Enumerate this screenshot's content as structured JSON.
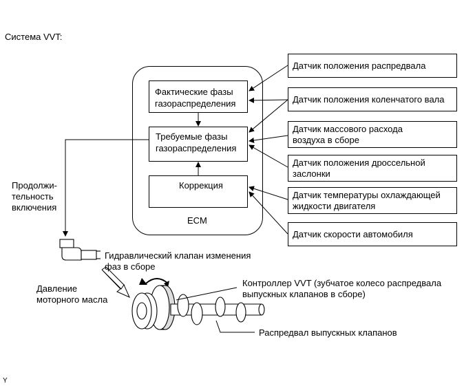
{
  "title": "Система VVT:",
  "ecm": {
    "label": "ECM",
    "actual_phases": "Фактические фазы газораспределения",
    "actual_line1": "Фактические фазы",
    "actual_line2": "газораспределения",
    "target_line1": "Требуемые фазы",
    "target_line2": "газораспределения",
    "correction": "Коррекция"
  },
  "sensors": [
    {
      "line1": "Датчик положения распредвала",
      "line2": ""
    },
    {
      "line1": "Датчик положения коленчатого вала",
      "line2": ""
    },
    {
      "line1": "Датчик массового расхода",
      "line2": "воздуха в сборе"
    },
    {
      "line1": "Датчик положения дроссельной",
      "line2": "заслонки"
    },
    {
      "line1": "Датчик температуры охлаждающей",
      "line2": "жидкости двигателя"
    },
    {
      "line1": "Датчик скорости автомобиля",
      "line2": ""
    }
  ],
  "duty": {
    "line1": "Продолжи-",
    "line2": "тельность",
    "line3": "включения"
  },
  "valve": {
    "line1": "Гидравлический клапан изменения",
    "line2": "фаз в сборе"
  },
  "oil": {
    "line1": "Давление",
    "line2": "моторного масла"
  },
  "controller": {
    "line1": "Контроллер VVT (зубчатое колесо распредвала",
    "line2": "выпускных клапанов в сборе)"
  },
  "camshaft": "Распредвал выпускных клапанов",
  "corner_mark": "Y"
}
